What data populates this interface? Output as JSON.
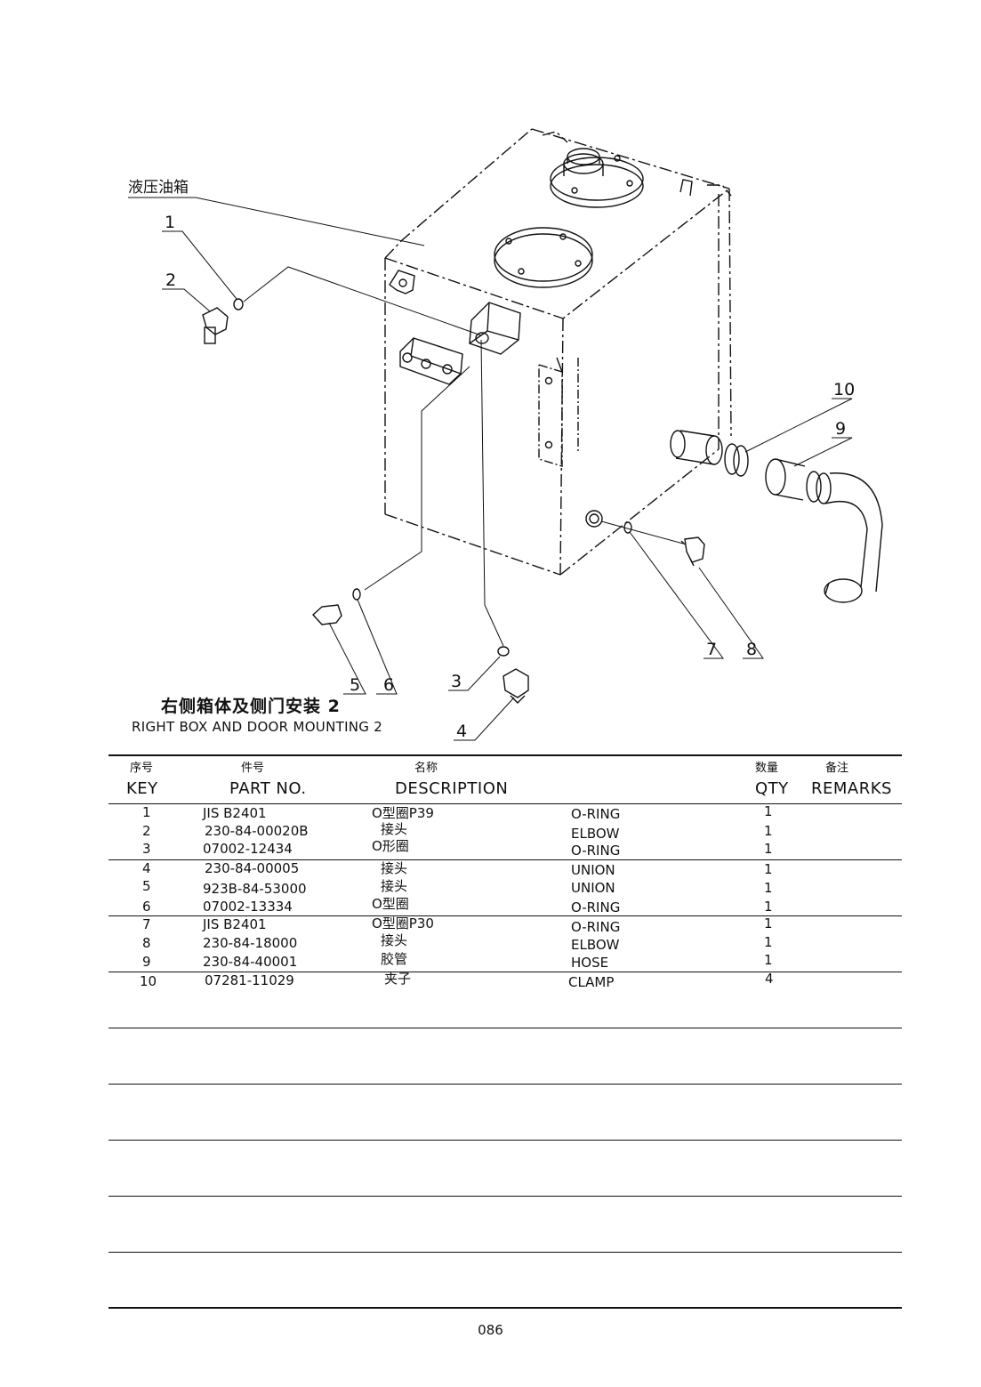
{
  "diagram": {
    "tank_label": "液压油箱",
    "callouts": [
      "1",
      "2",
      "3",
      "4",
      "5",
      "6",
      "7",
      "8",
      "9",
      "10"
    ]
  },
  "title": {
    "cn": "右侧箱体及侧门安装 2",
    "en": "RIGHT BOX AND DOOR MOUNTING 2"
  },
  "table": {
    "headers": {
      "key_cn": "序号",
      "key_en": "KEY",
      "part_cn": "件号",
      "part_en": "PART NO.",
      "desc_cn": "名称",
      "desc_en": "DESCRIPTION",
      "qty_cn": "数量",
      "qty_en": "QTY",
      "remarks_cn": "备注",
      "remarks_en": "REMARKS"
    },
    "rows": [
      {
        "key": "1",
        "part": "JIS B2401",
        "desc_cn": "O型圈P39",
        "desc_en": "O-RING",
        "qty": "1"
      },
      {
        "key": "2",
        "part": "230-84-00020B",
        "desc_cn": "接头",
        "desc_en": "ELBOW",
        "qty": "1"
      },
      {
        "key": "3",
        "part": "07002-12434",
        "desc_cn": "O形圈",
        "desc_en": "O-RING",
        "qty": "1"
      },
      {
        "key": "4",
        "part": "230-84-00005",
        "desc_cn": "接头",
        "desc_en": "UNION",
        "qty": "1"
      },
      {
        "key": "5",
        "part": "923B-84-53000",
        "desc_cn": "接头",
        "desc_en": "UNION",
        "qty": "1"
      },
      {
        "key": "6",
        "part": "07002-13334",
        "desc_cn": "O型圈",
        "desc_en": "O-RING",
        "qty": "1"
      },
      {
        "key": "7",
        "part": "JIS B2401",
        "desc_cn": "O型圈P30",
        "desc_en": "O-RING",
        "qty": "1"
      },
      {
        "key": "8",
        "part": "230-84-18000",
        "desc_cn": "接头",
        "desc_en": "ELBOW",
        "qty": "1"
      },
      {
        "key": "9",
        "part": "230-84-40001",
        "desc_cn": "胶管",
        "desc_en": "HOSE",
        "qty": "1"
      },
      {
        "key": "10",
        "part": "07281-11029",
        "desc_cn": "夹子",
        "desc_en": "CLAMP",
        "qty": "4"
      }
    ]
  },
  "page_number": "086"
}
